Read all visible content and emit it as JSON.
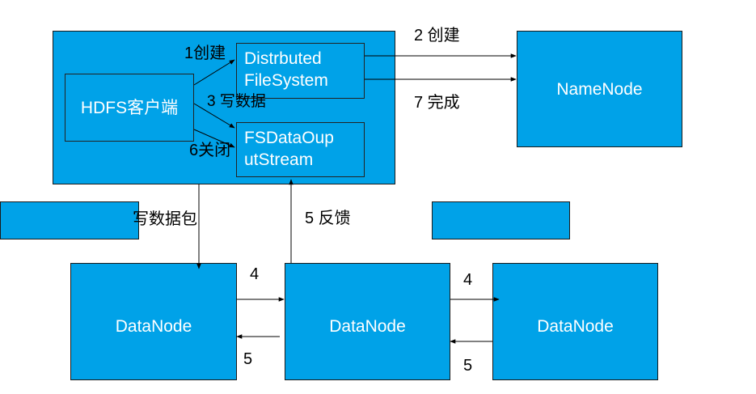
{
  "nodes": {
    "client_label": "HDFS客户端",
    "distributed_fs_label": "Distrbuted\nFileSystem",
    "fsdata_stream_label": "FSDataOup\nutStream",
    "namenode_label": "NameNode",
    "datanode_1_label": "DataNode",
    "datanode_2_label": "DataNode",
    "datanode_3_label": "DataNode"
  },
  "edges": {
    "create_1": "1创建",
    "create_2": "2 创建",
    "write_data_3": "3 写数据",
    "close_6": "6关闭",
    "complete_7": "7 完成",
    "write_packet": "写数据包",
    "feedback_5": "5 反馈",
    "packet_4_a": "4",
    "ack_5_a": "5",
    "packet_4_b": "4",
    "ack_5_b": "5"
  },
  "colors": {
    "box_fill": "#00a2e8",
    "box_border": "#1a1a1a",
    "text_on_box": "#ffffff",
    "arrow": "#000000"
  }
}
